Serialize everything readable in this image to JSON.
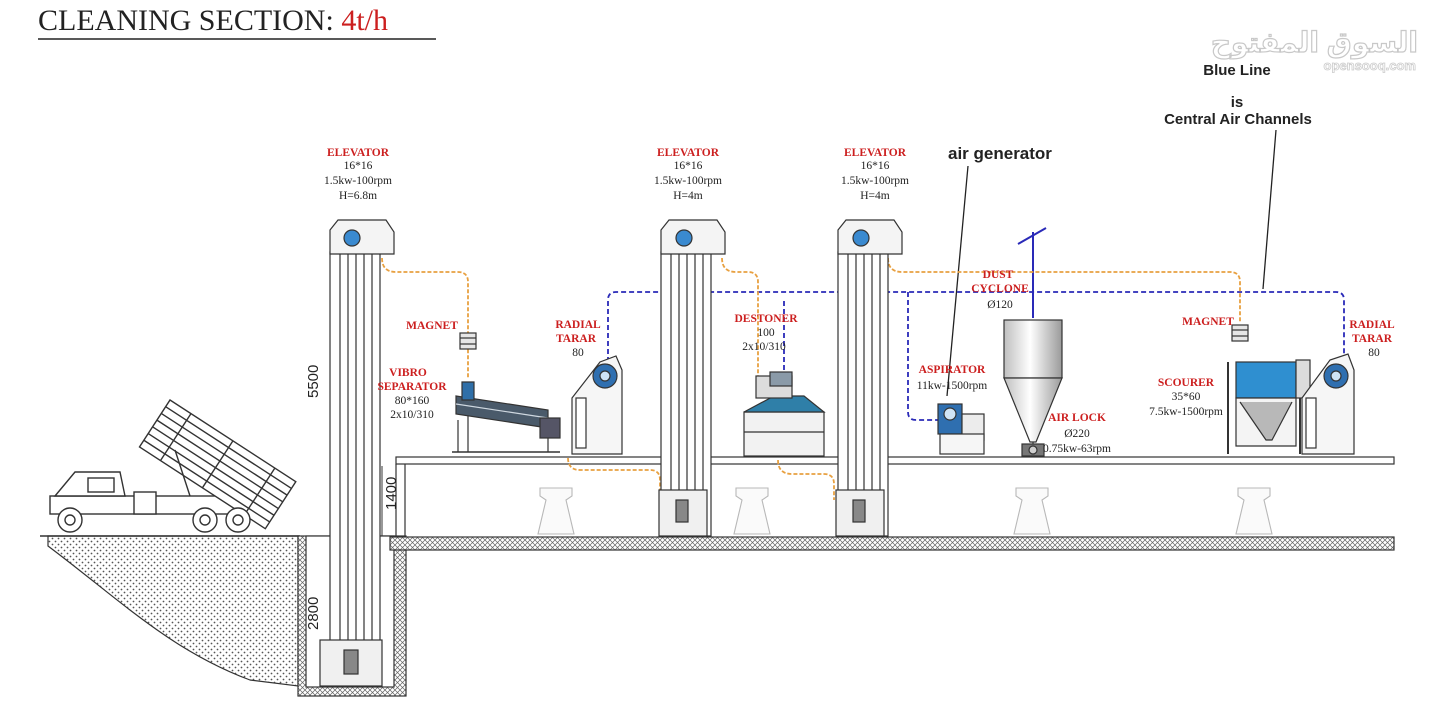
{
  "header": {
    "title_prefix": "CLEANING SECTION: ",
    "title_capacity": "4t/h"
  },
  "watermark": {
    "arabic": "السوق المفتوح",
    "latin": "opensooq.com"
  },
  "annotations": {
    "blue_line_1": "Blue Line",
    "blue_line_2": "is",
    "blue_line_3": "Central Air Channels",
    "air_generator": "air generator"
  },
  "dimensions": {
    "height_5500": "5500",
    "height_1400": "1400",
    "height_2800": "2800"
  },
  "equipment": {
    "elevator_1": {
      "name": "ELEVATOR",
      "size": "16*16",
      "power": "1.5kw-100rpm",
      "height": "H=6.8m"
    },
    "elevator_2": {
      "name": "ELEVATOR",
      "size": "16*16",
      "power": "1.5kw-100rpm",
      "height": "H=4m"
    },
    "elevator_3": {
      "name": "ELEVATOR",
      "size": "16*16",
      "power": "1.5kw-100rpm",
      "height": "H=4m"
    },
    "magnet_1": {
      "name": "MAGNET"
    },
    "magnet_2": {
      "name": "MAGNET"
    },
    "vibro": {
      "name_1": "VIBRO",
      "name_2": "SEPARATOR",
      "size": "80*160",
      "spec": "2x10/310"
    },
    "radial_1": {
      "name_1": "RADIAL",
      "name_2": "TARAR",
      "size": "80"
    },
    "radial_2": {
      "name_1": "RADIAL",
      "name_2": "TARAR",
      "size": "80"
    },
    "destoner": {
      "name": "DESTONER",
      "size": "100",
      "spec": "2x10/310"
    },
    "dust_cyclone": {
      "name_1": "DUST",
      "name_2": "CYCLONE",
      "size": "Ø120"
    },
    "aspirator": {
      "name": "ASPIRATOR",
      "power": "11kw-1500rpm"
    },
    "air_lock": {
      "name": "AIR LOCK",
      "size": "Ø220",
      "power": "0.75kw-63rpm"
    },
    "scourer": {
      "name": "SCOURER",
      "size": "35*60",
      "power": "7.5kw-1500rpm"
    }
  },
  "colors": {
    "label_red": "#cc1f1f",
    "air_channel_blue": "#2a2ab8",
    "grain_path_orange": "#e8a040",
    "machine_blue": "#2f8fd0",
    "outline": "#333333",
    "title_underline": "#222222"
  }
}
